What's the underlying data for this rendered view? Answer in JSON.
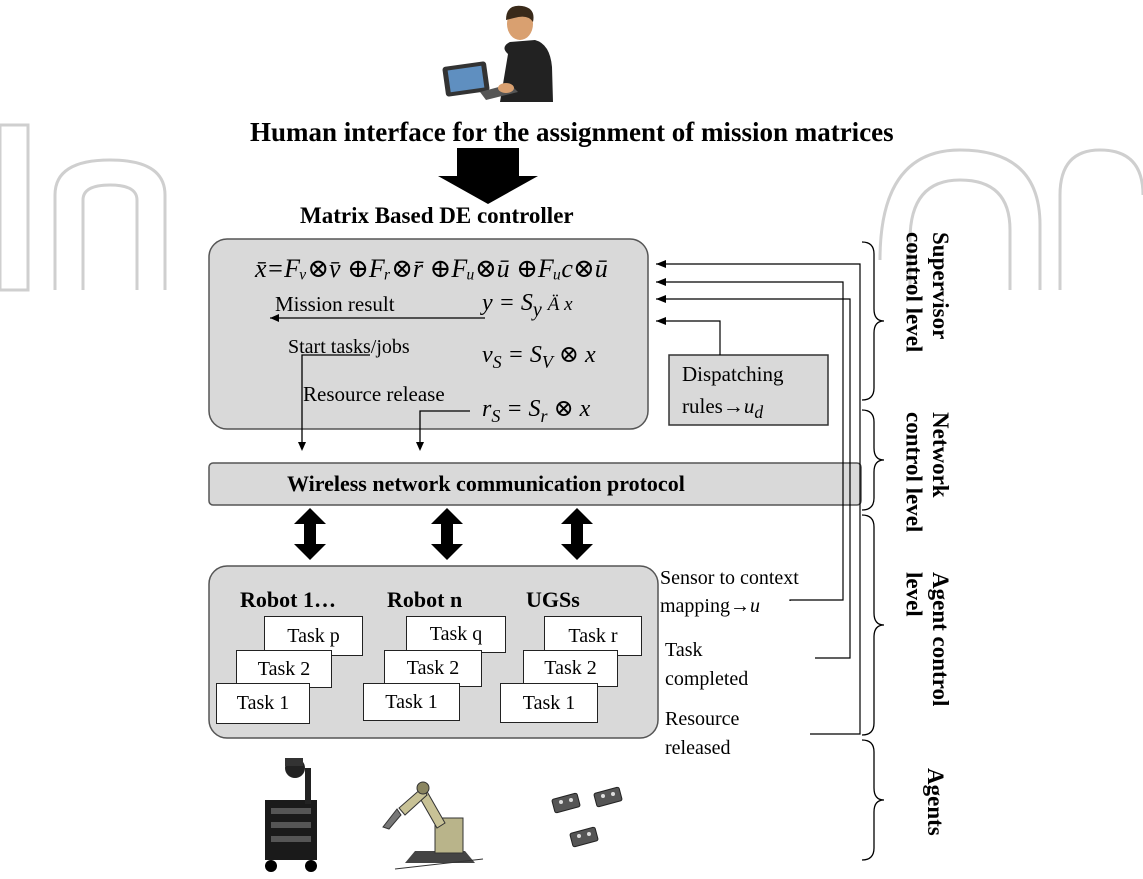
{
  "header": {
    "interface_label": "Human interface for the assignment of mission matrices",
    "controller_title": "Matrix Based DE controller"
  },
  "controller": {
    "state_equation": "x̄=Fᵥ⊗v̄ ⊕Fᵣ⊗r̄ ⊕Fᵤ⊗ū ⊕Fᵤc⊗ū",
    "mission_result": "Mission result",
    "output_equation": "y = S",
    "output_sub": "y",
    "output_rest": "Ä x",
    "start_tasks": "Start tasks/jobs",
    "start_equation": "v",
    "resource_release": "Resource release",
    "release_equation": "r"
  },
  "dispatching": {
    "line1": "Dispatching",
    "line2": "rules→",
    "symbol": "u",
    "sub": "d"
  },
  "network": {
    "protocol_label": "Wireless network communication protocol"
  },
  "agents_box": {
    "groups": [
      {
        "name": "Robot 1…",
        "top_task": "Task  p",
        "mid_task": "Task 2",
        "low_task": "Task 1"
      },
      {
        "name": "Robot n",
        "top_task": "Task  q",
        "mid_task": "Task 2",
        "low_task": "Task 1"
      },
      {
        "name": "UGSs",
        "top_task": "Task  r",
        "mid_task": "Task 2",
        "low_task": "Task 1"
      }
    ]
  },
  "feedback": {
    "sensor_line1": "Sensor to context",
    "sensor_line2": "mapping→",
    "sensor_symbol": "u",
    "completed_line1": "Task",
    "completed_line2": "completed",
    "released_line1": "Resource",
    "released_line2": "released"
  },
  "levels": {
    "supervisor": "Supervisor control level",
    "network": "Network control level",
    "agent": "Agent control level",
    "agents": "Agents"
  },
  "colors": {
    "box_fill": "#d9d9d9",
    "watermark": "#cccccc",
    "line": "#000000"
  }
}
